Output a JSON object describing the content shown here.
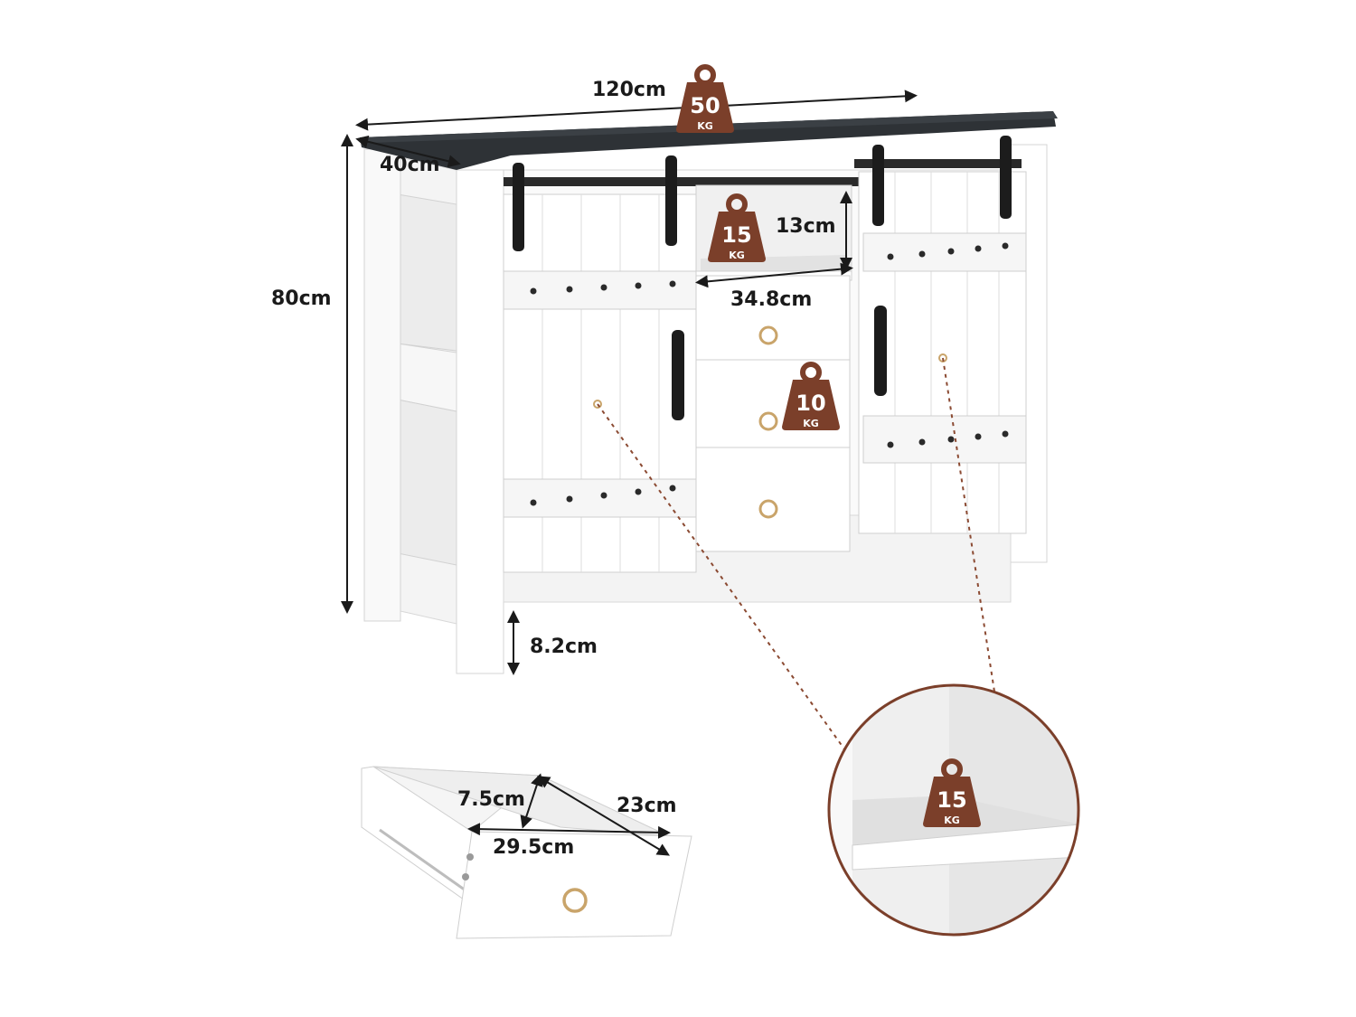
{
  "dimensions": {
    "width": "120cm",
    "depth": "40cm",
    "height": "80cm",
    "leg_clearance": "8.2cm",
    "shelf_height": "13cm",
    "shelf_width": "34.8cm",
    "drawer_height": "7.5cm",
    "drawer_depth": "23cm",
    "drawer_width": "29.5cm"
  },
  "loads": {
    "top": {
      "value": "50",
      "unit": "KG"
    },
    "open_shelf": {
      "value": "15",
      "unit": "KG"
    },
    "drawer": {
      "value": "10",
      "unit": "KG"
    },
    "inner_shelf": {
      "value": "15",
      "unit": "KG"
    }
  },
  "colors": {
    "badge": "#7b3f2a",
    "top": "#2e3236",
    "body": "#ffffff",
    "hardware": "#1c1c1c",
    "brass": "#c9a46a",
    "dimension_line": "#1a1a1a",
    "leader_line": "#8b4a32"
  }
}
